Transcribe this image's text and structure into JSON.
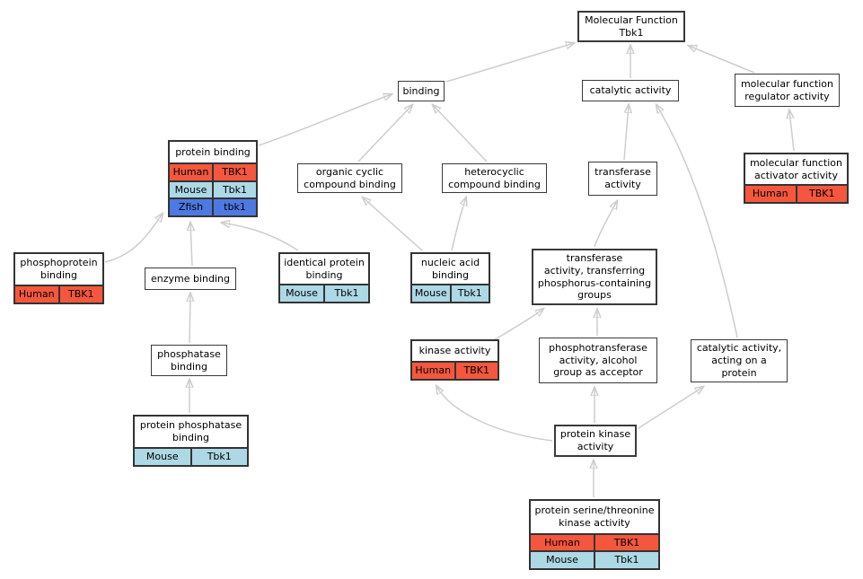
{
  "graph": {
    "root_title": "Molecular Function\nTbk1",
    "species_colors": {
      "human": "#f4573d",
      "mouse": "#add8e6",
      "zfish": "#4e79e2"
    },
    "edge_color": "#cdcdcd",
    "border_color": "#333333"
  },
  "nodes": {
    "molecular_function": {
      "label": "Molecular Function\nTbk1"
    },
    "binding": {
      "label": "binding"
    },
    "catalytic_activity": {
      "label": "catalytic activity"
    },
    "mf_regulator": {
      "label": "molecular function\nregulator activity"
    },
    "protein_binding": {
      "label": "protein binding",
      "rows": [
        {
          "species": "Human",
          "gene": "TBK1",
          "color": "human"
        },
        {
          "species": "Mouse",
          "gene": "Tbk1",
          "color": "mouse"
        },
        {
          "species": "Zfish",
          "gene": "tbk1",
          "color": "zfish"
        }
      ]
    },
    "organic_cyclic": {
      "label": "organic cyclic\ncompound binding"
    },
    "heterocyclic": {
      "label": "heterocyclic\ncompound binding"
    },
    "transferase_activity": {
      "label": "transferase\nactivity"
    },
    "mf_activator": {
      "label": "molecular function\nactivator activity",
      "rows": [
        {
          "species": "Human",
          "gene": "TBK1",
          "color": "human"
        }
      ]
    },
    "phosphoprotein_binding": {
      "label": "phosphoprotein\nbinding",
      "rows": [
        {
          "species": "Human",
          "gene": "TBK1",
          "color": "human"
        }
      ]
    },
    "enzyme_binding": {
      "label": "enzyme binding"
    },
    "identical_protein_binding": {
      "label": "identical protein\nbinding",
      "rows": [
        {
          "species": "Mouse",
          "gene": "Tbk1",
          "color": "mouse"
        }
      ]
    },
    "nucleic_acid_binding": {
      "label": "nucleic acid\nbinding",
      "rows": [
        {
          "species": "Mouse",
          "gene": "Tbk1",
          "color": "mouse"
        }
      ]
    },
    "transferase_phosphorus": {
      "label": "transferase\nactivity, transferring\nphosphorus-containing\ngroups"
    },
    "kinase_activity": {
      "label": "kinase activity",
      "rows": [
        {
          "species": "Human",
          "gene": "TBK1",
          "color": "human"
        }
      ]
    },
    "phosphotransferase": {
      "label": "phosphotransferase\nactivity, alcohol\ngroup as acceptor"
    },
    "catalytic_acting_protein": {
      "label": "catalytic activity,\nacting on a\nprotein"
    },
    "phosphatase_binding": {
      "label": "phosphatase\nbinding"
    },
    "protein_phosphatase_binding": {
      "label": "protein phosphatase\nbinding",
      "rows": [
        {
          "species": "Mouse",
          "gene": "Tbk1",
          "color": "mouse"
        }
      ]
    },
    "protein_kinase_activity": {
      "label": "protein kinase\nactivity"
    },
    "pstk_activity": {
      "label": "protein serine/threonine\nkinase activity",
      "rows": [
        {
          "species": "Human",
          "gene": "TBK1",
          "color": "human"
        },
        {
          "species": "Mouse",
          "gene": "Tbk1",
          "color": "mouse"
        }
      ]
    }
  },
  "edges": [
    {
      "from": "binding",
      "to": "molecular_function"
    },
    {
      "from": "catalytic_activity",
      "to": "molecular_function"
    },
    {
      "from": "mf_regulator",
      "to": "molecular_function"
    },
    {
      "from": "protein_binding",
      "to": "binding"
    },
    {
      "from": "organic_cyclic",
      "to": "binding"
    },
    {
      "from": "heterocyclic",
      "to": "binding"
    },
    {
      "from": "transferase_activity",
      "to": "catalytic_activity"
    },
    {
      "from": "catalytic_acting_protein",
      "to": "catalytic_activity"
    },
    {
      "from": "mf_activator",
      "to": "mf_regulator"
    },
    {
      "from": "phosphoprotein_binding",
      "to": "protein_binding"
    },
    {
      "from": "enzyme_binding",
      "to": "protein_binding"
    },
    {
      "from": "identical_protein_binding",
      "to": "protein_binding"
    },
    {
      "from": "nucleic_acid_binding",
      "to": "organic_cyclic"
    },
    {
      "from": "nucleic_acid_binding",
      "to": "heterocyclic"
    },
    {
      "from": "kinase_activity",
      "to": "transferase_phosphorus"
    },
    {
      "from": "phosphotransferase",
      "to": "transferase_phosphorus"
    },
    {
      "from": "transferase_phosphorus",
      "to": "transferase_activity"
    },
    {
      "from": "protein_kinase_activity",
      "to": "kinase_activity"
    },
    {
      "from": "protein_kinase_activity",
      "to": "phosphotransferase"
    },
    {
      "from": "protein_kinase_activity",
      "to": "catalytic_acting_protein"
    },
    {
      "from": "phosphatase_binding",
      "to": "enzyme_binding"
    },
    {
      "from": "protein_phosphatase_binding",
      "to": "phosphatase_binding"
    },
    {
      "from": "pstk_activity",
      "to": "protein_kinase_activity"
    }
  ]
}
